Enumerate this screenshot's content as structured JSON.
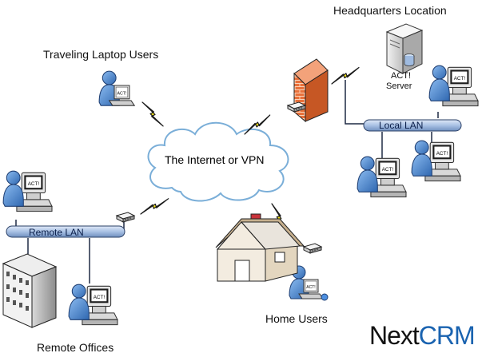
{
  "labels": {
    "headquarters": "Headquarters Location",
    "traveling": "Traveling Laptop Users",
    "internet": "The Internet or VPN",
    "act_server_line1": "ACT!",
    "act_server_line2": "Server",
    "local_lan": "Local LAN",
    "remote_lan": "Remote LAN",
    "home_users": "Home Users",
    "remote_offices": "Remote Offices"
  },
  "logo": {
    "part1": "Next",
    "part2": "CRM"
  },
  "screen_text": "ACT!",
  "colors": {
    "cloud_fill": "#ffffff",
    "cloud_stroke": "#7aaed8",
    "lan_fill": "#a9c1e4",
    "lightning": "#f2e21a",
    "firewall": "#e8703a",
    "person": "#3f7ec8",
    "logo_accent": "#1a63b0"
  },
  "icons": [
    "person-icon",
    "computer-icon",
    "laptop-icon",
    "server-icon",
    "firewall-icon",
    "router-icon",
    "house-icon",
    "office-building-icon",
    "lightning-icon",
    "cloud-icon"
  ]
}
